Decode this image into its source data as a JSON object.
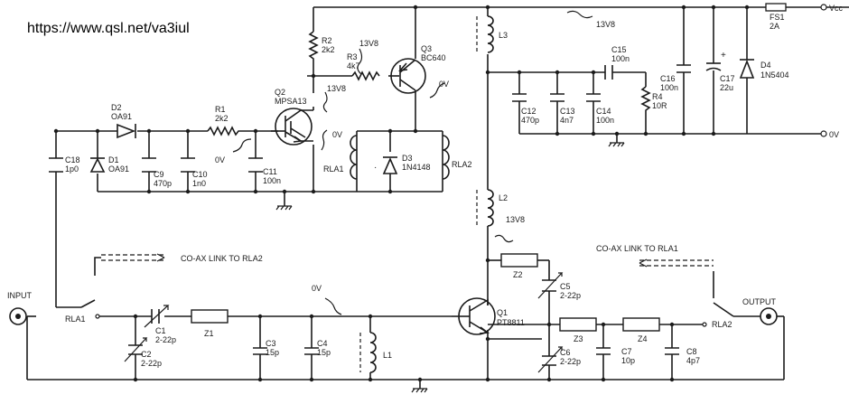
{
  "source_url": "https://www.qsl.net/va3iul",
  "ports": {
    "input": "INPUT",
    "output": "OUTPUT",
    "vcc": "Vcc",
    "zero_v": "0V"
  },
  "notes": {
    "coax_to_rla2": "CO-AX LINK TO RLA2",
    "coax_to_rla1": "CO-AX LINK TO RLA1",
    "v13_a": "13V8",
    "v13_b": "13V8",
    "v13_c": "13V8",
    "v13_d": "13V8",
    "v0_a": "0V",
    "v0_b": "0V",
    "v0_c": "0V",
    "v0_d": "0V"
  },
  "components": {
    "r1": {
      "ref": "R1",
      "value": "2k2"
    },
    "r2": {
      "ref": "R2",
      "value": "2k2"
    },
    "r3": {
      "ref": "R3",
      "value": "4k7"
    },
    "r4": {
      "ref": "R4",
      "value": "10R"
    },
    "c1": {
      "ref": "C1",
      "value": "2-22p"
    },
    "c2": {
      "ref": "C2",
      "value": "2-22p"
    },
    "c3": {
      "ref": "C3",
      "value": "15p"
    },
    "c4": {
      "ref": "C4",
      "value": "15p"
    },
    "c5": {
      "ref": "C5",
      "value": "2-22p"
    },
    "c6": {
      "ref": "C6",
      "value": "2-22p"
    },
    "c7": {
      "ref": "C7",
      "value": "10p"
    },
    "c8": {
      "ref": "C8",
      "value": "4p7"
    },
    "c9": {
      "ref": "C9",
      "value": "470p"
    },
    "c10": {
      "ref": "C10",
      "value": "1n0"
    },
    "c11": {
      "ref": "C11",
      "value": "100n"
    },
    "c12": {
      "ref": "C12",
      "value": "470p"
    },
    "c13": {
      "ref": "C13",
      "value": "4n7"
    },
    "c14": {
      "ref": "C14",
      "value": "100n"
    },
    "c15": {
      "ref": "C15",
      "value": "100n"
    },
    "c16": {
      "ref": "C16",
      "value": "100n"
    },
    "c17": {
      "ref": "C17",
      "value": "22u"
    },
    "c18": {
      "ref": "C18",
      "value": "1p0"
    },
    "d1": {
      "ref": "D1",
      "value": "OA91"
    },
    "d2": {
      "ref": "D2",
      "value": "OA91"
    },
    "d3": {
      "ref": "D3",
      "value": "1N4148"
    },
    "d4": {
      "ref": "D4",
      "value": "1N5404"
    },
    "q1": {
      "ref": "Q1",
      "value": "PT8811"
    },
    "q2": {
      "ref": "Q2",
      "value": "MPSA13"
    },
    "q3": {
      "ref": "Q3",
      "value": "BC640"
    },
    "fs1": {
      "ref": "FS1",
      "value": "2A"
    },
    "l1": {
      "ref": "L1"
    },
    "l2": {
      "ref": "L2"
    },
    "l3": {
      "ref": "L3"
    },
    "z1": {
      "ref": "Z1"
    },
    "z2": {
      "ref": "Z2"
    },
    "z3": {
      "ref": "Z3"
    },
    "z4": {
      "ref": "Z4"
    },
    "rla1_coil": {
      "ref": "RLA1"
    },
    "rla2_coil": {
      "ref": "RLA2"
    },
    "rla1_contact": {
      "ref": "RLA1"
    },
    "rla2_contact": {
      "ref": "RLA2"
    },
    "c17_polarity": "+"
  }
}
